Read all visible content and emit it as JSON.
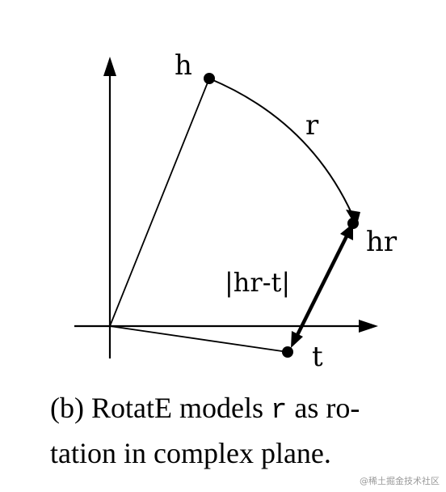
{
  "diagram": {
    "labels": {
      "h": "h",
      "r": "r",
      "hr": "hr",
      "t": "t",
      "distance": "|hr-t|"
    }
  },
  "caption": {
    "line1_prefix": "(b) RotatE models ",
    "line1_code": "r",
    "line1_suffix": " as ro-",
    "line2": "tation in complex plane."
  },
  "watermark": "@稀土掘金技术社区"
}
